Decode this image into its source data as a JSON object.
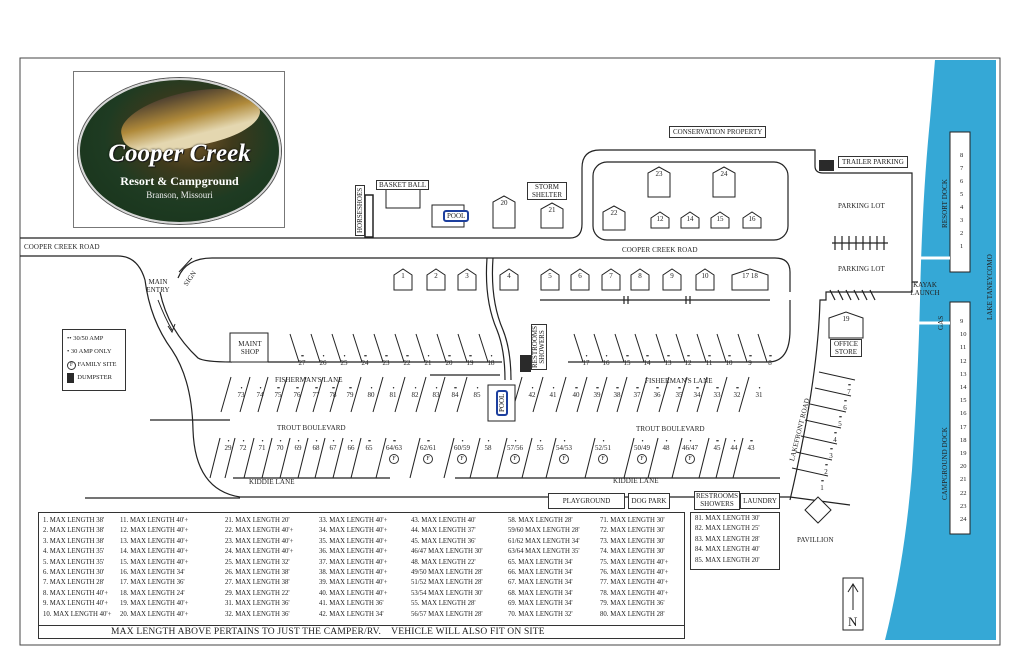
{
  "colors": {
    "lake": "#35a8d6",
    "logo_green": "#1e3b22",
    "pool": "#1d3f9e",
    "dumpster": "#2a2a2a"
  },
  "logo": {
    "title": "Cooper Creek",
    "subtitle": "Resort & Campground",
    "location": "Branson, Missouri"
  },
  "legend": {
    "amp_3050_symbol": "••",
    "amp_3050": "30/50 AMP",
    "amp_30_symbol": "•",
    "amp_30": "30 AMP ONLY",
    "family_symbol": "F",
    "family": "FAMILY SITE",
    "dumpster": "DUMPSTER"
  },
  "labels": {
    "conservation": "CONSERVATION PROPERTY",
    "trailer_parking": "TRAILER PARKING",
    "parking_lot_1": "PARKING LOT",
    "parking_lot_2": "PARKING LOT",
    "kayak_launch": "KAYAK LAUNCH",
    "gas": "GAS",
    "resort_dock": "RESORT DOCK",
    "campground_dock": "CAMPGROUND DOCK",
    "lake": "LAKE TANEYCOMO",
    "office_store": "OFFICE STORE",
    "basketball": "BASKET BALL",
    "horseshoes": "HORSESHOES",
    "pool_top": "POOL",
    "storm_shelter": "STORM SHELTER",
    "cooper_creek_road_upper": "COOPER CREEK ROAD",
    "cooper_creek_road_left": "COOPER CREEK ROAD",
    "sign": "SIGN",
    "main_entry": "MAIN ENTRY",
    "maint_shop": "MAINT SHOP",
    "fishermans_lane_w": "FISHERMAN'S LANE",
    "fishermans_lane_e": "FISHERMAN'S LANE",
    "trout_blvd_w": "TROUT BOULEVARD",
    "trout_blvd_e": "TROUT BOULEVARD",
    "kiddie_lane_w": "KIDDIE LANE",
    "kiddie_lane_e": "KIDDIE LANE",
    "restrooms_showers_mid": "RESTROOMS SHOWERS",
    "pool_mid": "POOL",
    "playground": "PLAYGROUND",
    "dog_park": "DOG PARK",
    "restrooms_showers_low": "RESTROOMS SHOWERS",
    "laundry": "LAUNDRY",
    "lakefront_road": "LAKEFRONT ROAD",
    "pavillion": "PAVILLION",
    "north": "N"
  },
  "cabins": {
    "upper": [
      "20",
      "21",
      "22",
      "23",
      "24",
      "12",
      "14",
      "15",
      "16"
    ],
    "row": [
      "1",
      "2",
      "3",
      "4",
      "5",
      "6",
      "7",
      "8",
      "9",
      "10",
      "17  18"
    ],
    "office": "19"
  },
  "sites": {
    "fishermans_north_w": [
      [
        "27",
        "••"
      ],
      [
        "26",
        "•"
      ],
      [
        "25",
        "•"
      ],
      [
        "24",
        "••"
      ],
      [
        "23",
        "••"
      ],
      [
        "22",
        "••"
      ],
      [
        "21",
        "•"
      ],
      [
        "20",
        "••"
      ],
      [
        "19",
        "••"
      ],
      [
        "18",
        "•"
      ]
    ],
    "fishermans_north_e": [
      [
        "17",
        "•"
      ],
      [
        "16",
        "•"
      ],
      [
        "15",
        "••"
      ],
      [
        "14",
        "••"
      ],
      [
        "13",
        "••"
      ],
      [
        "12",
        "••"
      ],
      [
        "11",
        "••"
      ],
      [
        "10",
        "••"
      ],
      [
        "9",
        "••"
      ],
      [
        "8",
        "••"
      ]
    ],
    "trout_north_w": [
      [
        "73",
        "•"
      ],
      [
        "74",
        "•"
      ],
      [
        "75",
        "••"
      ],
      [
        "76",
        "••"
      ],
      [
        "77",
        "••"
      ],
      [
        "78",
        "••"
      ],
      [
        "79",
        "••"
      ],
      [
        "80",
        "•"
      ],
      [
        "81",
        "•"
      ],
      [
        "82",
        "•"
      ],
      [
        "83",
        "•"
      ],
      [
        "84",
        "••"
      ],
      [
        "85",
        "•"
      ]
    ],
    "trout_north_e": [
      [
        "42",
        "•"
      ],
      [
        "41",
        "•"
      ],
      [
        "40",
        "••"
      ],
      [
        "39",
        "••"
      ],
      [
        "38",
        "••"
      ],
      [
        "37",
        "••"
      ],
      [
        "36",
        "••"
      ],
      [
        "35",
        "••"
      ],
      [
        "34",
        "••"
      ],
      [
        "33",
        "••"
      ],
      [
        "32",
        "••"
      ],
      [
        "31",
        "•"
      ]
    ],
    "kiddie": [
      [
        "29",
        "•",
        false
      ],
      [
        "72",
        "•",
        false
      ],
      [
        "71",
        "•",
        false
      ],
      [
        "70",
        "•",
        false
      ],
      [
        "69",
        "•",
        false
      ],
      [
        "68",
        "•",
        false
      ],
      [
        "67",
        "•",
        false
      ],
      [
        "66",
        "•",
        false
      ],
      [
        "65",
        "••",
        false
      ],
      [
        "64/63",
        "••",
        true
      ],
      [
        "62/61",
        "••",
        true
      ],
      [
        "60/59",
        "•",
        true
      ],
      [
        "58",
        "•",
        false
      ],
      [
        "57/56",
        "•",
        true
      ],
      [
        "55",
        "•",
        false
      ],
      [
        "54/53",
        "•",
        true
      ],
      [
        "52/51",
        "•",
        true
      ],
      [
        "50/49",
        "•",
        true
      ],
      [
        "48",
        "•",
        false
      ],
      [
        "46/47",
        "•",
        true
      ],
      [
        "45",
        "••",
        false
      ],
      [
        "44",
        "•",
        false
      ],
      [
        "43",
        "••",
        false
      ]
    ],
    "lakefront": [
      [
        "7",
        "••"
      ],
      [
        "6",
        "••"
      ],
      [
        "5",
        "••"
      ],
      [
        "4",
        "••"
      ],
      [
        "3",
        "••"
      ],
      [
        "2",
        "••"
      ],
      [
        "1",
        "••"
      ]
    ]
  },
  "docks": {
    "resort": [
      "8",
      "7",
      "6",
      "5",
      "4",
      "3",
      "2",
      "1"
    ],
    "campground": [
      "9",
      "10",
      "11",
      "12",
      "13",
      "14",
      "15",
      "16",
      "17",
      "18",
      "19",
      "20",
      "21",
      "22",
      "23",
      "24"
    ]
  },
  "max_length_table": {
    "columns": [
      [
        "1. MAX LENGTH 38'",
        "2. MAX LENGTH 38'",
        "3. MAX LENGTH 38'",
        "4. MAX LENGTH 35'",
        "5. MAX LENGTH 35'",
        "6. MAX LENGTH 30'",
        "7. MAX LENGTH 28'",
        "8. MAX LENGTH 40'+",
        "9. MAX LENGTH 40'+",
        "10. MAX LENGTH 40'+"
      ],
      [
        "11. MAX LENGTH 40'+",
        "12. MAX LENGTH 40'+",
        "13. MAX LENGTH 40'+",
        "14. MAX LENGTH 40'+",
        "15. MAX LENGTH 40'+",
        "16. MAX LENGTH 34'",
        "17. MAX LENGTH 36'",
        "18. MAX LENGTH 24'",
        "19. MAX LENGTH 40'+",
        "20. MAX LENGTH 40'+"
      ],
      [
        "21. MAX LENGTH 20'",
        "22. MAX LENGTH 40'+",
        "23. MAX LENGTH 40'+",
        "24. MAX LENGTH 40'+",
        "25. MAX LENGTH 32'",
        "26. MAX LENGTH 38'",
        "27. MAX LENGTH 38'",
        "29. MAX LENGTH 22'",
        "31. MAX LENGTH 36'",
        "32. MAX LENGTH 36'"
      ],
      [
        "33. MAX LENGTH 40'+",
        "34. MAX LENGTH 40'+",
        "35. MAX LENGTH 40'+",
        "36. MAX LENGTH 40'+",
        "37. MAX LENGTH 40'+",
        "38. MAX LENGTH 40'+",
        "39. MAX LENGTH 40'+",
        "40. MAX LENGTH 40'+",
        "41. MAX LENGTH 36'",
        "42. MAX LENGTH 34'"
      ],
      [
        "43. MAX LENGTH 40'",
        "44. MAX LENGTH 37'",
        "45. MAX LENGTH 36'",
        "46/47 MAX LENGTH 30'",
        "48. MAX LENGTH 22'",
        "49/50 MAX LENGTH 28'",
        "51/52 MAX LENGTH 28'",
        "53/54 MAX LENGTH 30'",
        "55. MAX LENGTH 28'",
        "56/57 MAX LENGTH 28'"
      ],
      [
        "58. MAX LENGTH 28'",
        "59/60 MAX LENGTH 28'",
        "61/62 MAX LENGTH 34'",
        "63/64 MAX LENGTH 35'",
        "65. MAX LENGTH 34'",
        "66. MAX LENGTH 34'",
        "67. MAX LENGTH 34'",
        "68. MAX LENGTH 34'",
        "69. MAX LENGTH 34'",
        "70. MAX LENGTH 32'"
      ],
      [
        "71. MAX LENGTH 30'",
        "72. MAX LENGTH 30'",
        "73. MAX LENGTH 30'",
        "74. MAX LENGTH 30'",
        "75. MAX LENGTH 40'+",
        "76. MAX LENGTH 40'+",
        "77. MAX LENGTH 40'+",
        "78. MAX LENGTH 40'+",
        "79. MAX LENGTH 36'",
        "80. MAX LENGTH 28'"
      ]
    ],
    "extra_column": [
      "81. MAX LENGTH 30'",
      "82. MAX LENGTH 25'",
      "83. MAX LENGTH 28'",
      "84. MAX LENGTH 40'",
      "85. MAX LENGTH 20'"
    ],
    "footnote": "MAX LENGTH ABOVE PERTAINS TO JUST THE CAMPER/RV.    VEHICLE WILL ALSO FIT ON SITE"
  }
}
